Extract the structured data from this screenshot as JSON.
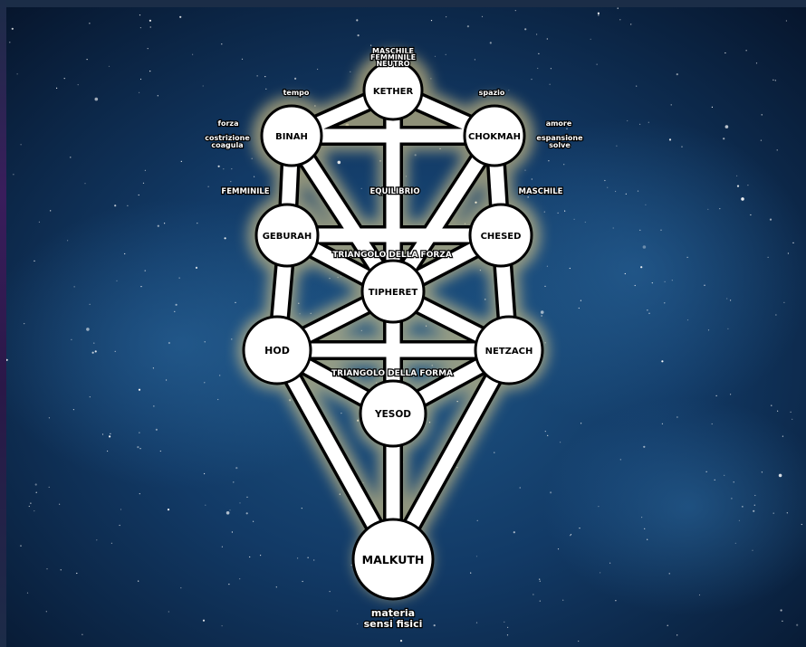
{
  "colors": {
    "sky_deep": "#0a1a33",
    "sky_mid": "#1a4470",
    "path_fill": "#ffffff",
    "outline": "#000000",
    "glow": "#f5d98a"
  },
  "sephiroth": {
    "kether": "KETHER",
    "binah": "BINAH",
    "chokmah": "CHOKMAH",
    "geburah": "GEBURAH",
    "chesed": "CHESED",
    "tiphereth": "TIPHERET",
    "hod": "HOD",
    "netzach": "NETZACH",
    "yesod": "YESOD",
    "malkuth": "MALKUTH"
  },
  "labels": {
    "top_1": "MASCHILE",
    "top_2": "FEMMINILE",
    "top_3": "NEUTRO",
    "tempo": "tempo",
    "spazio": "spazio",
    "forza": "forza",
    "costrizione": "costrizione",
    "coagula": "coagula",
    "amore": "amore",
    "espansione": "espansione",
    "solve": "solve",
    "femminile": "FEMMINILE",
    "equilibrio": "EQUILIBRIO",
    "maschile": "MASCHILE",
    "triangolo_forza": "TRIANGOLO DELLA FORZA",
    "triangolo_forma": "TRIANGOLO DELLA FORMA",
    "materia": "materia",
    "sensi_fisici": "sensi fisici"
  }
}
